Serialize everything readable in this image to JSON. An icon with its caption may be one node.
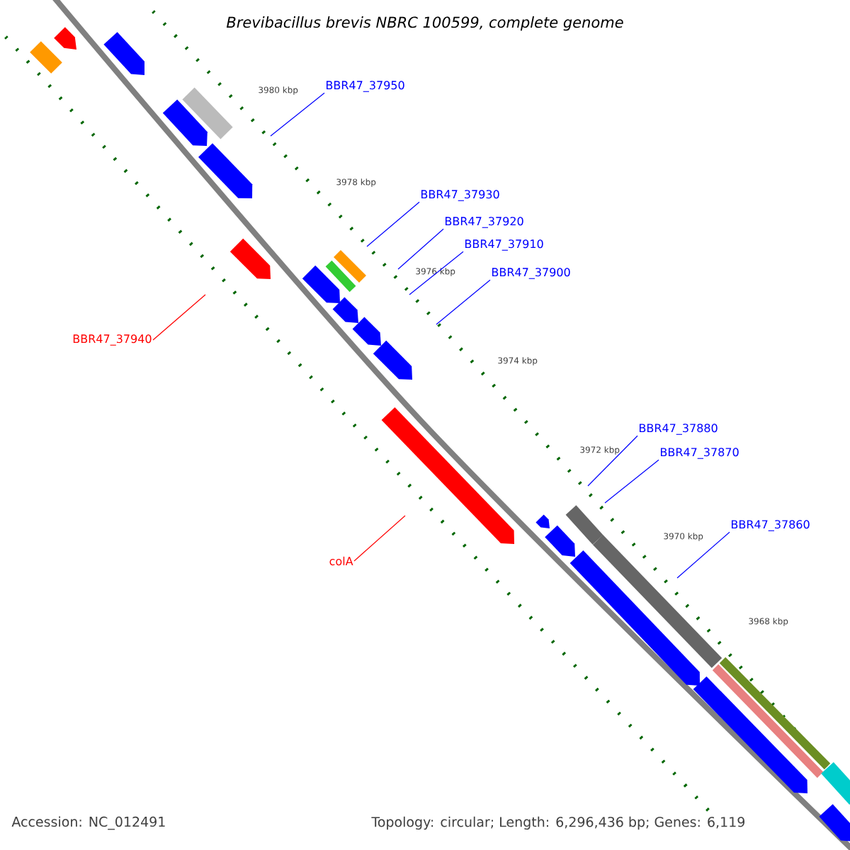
{
  "diagram": {
    "title": "Brevibacillus brevis NBRC 100599, complete genome",
    "nodes": [
      {
        "text": [
          "BBR47_37950"
        ]
      },
      {
        "text": [
          "BBR47_37930"
        ]
      },
      {
        "text": [
          "BBR47_37920"
        ]
      },
      {
        "text": [
          "BBR47_37910"
        ]
      },
      {
        "text": [
          "BBR47_37900"
        ]
      },
      {
        "text": [
          "BBR47_37940"
        ]
      },
      {
        "text": [
          "colA"
        ]
      },
      {
        "text": [
          "BBR47_37880"
        ]
      },
      {
        "text": [
          "BBR47_37870"
        ]
      },
      {
        "text": [
          "BBR47_37860"
        ]
      }
    ],
    "edges": [
      {
        "from": 0,
        "to": null,
        "arrow": "none"
      },
      {
        "from": 1,
        "to": null,
        "arrow": "none"
      },
      {
        "from": 2,
        "to": null,
        "arrow": "none"
      },
      {
        "from": 3,
        "to": null,
        "arrow": "none"
      },
      {
        "from": 4,
        "to": null,
        "arrow": "none"
      },
      {
        "from": 5,
        "to": null,
        "arrow": "none",
        "color": "#ff0000"
      },
      {
        "from": 6,
        "to": null,
        "arrow": "none",
        "color": "#ff0000"
      },
      {
        "from": 7,
        "to": null,
        "arrow": "none"
      },
      {
        "from": 8,
        "to": null,
        "arrow": "none"
      },
      {
        "from": 9,
        "to": null,
        "arrow": "none"
      }
    ],
    "labels": [
      "3980 kbp",
      "3978 kbp",
      "3976 kbp",
      "3974 kbp",
      "3972 kbp",
      "3970 kbp",
      "3968 kbp",
      "Accession: NC_012491",
      "Topology: circular; Length: 6,296,436 bp; Genes: 6,119"
    ]
  }
}
